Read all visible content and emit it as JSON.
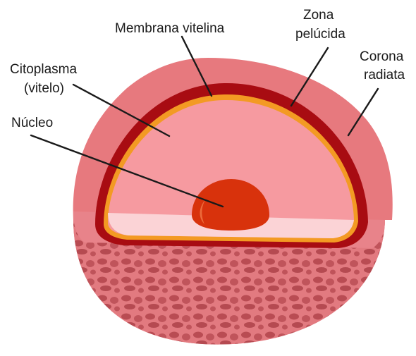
{
  "labels": {
    "membrana_vitelina": "Membrana vitelina",
    "zona_pelucida_line1": "Zona",
    "zona_pelucida_line2": "pelúcida",
    "corona_radiata_line1": "Corona",
    "corona_radiata_line2": "radiata",
    "citoplasma_line1": "Citoplasma",
    "citoplasma_line2": "(vitelo)",
    "nucleo": "Núcleo"
  },
  "colors": {
    "corona_radiata": "#e7797e",
    "corona_shadow": "#b84b52",
    "zona_pelucida": "#a80c12",
    "membrana_vitelina": "#f39a23",
    "citoplasma": "#f69aa0",
    "citoplasma_cut": "#fbd3d6",
    "nucleo": "#d8320c",
    "leader_lines": "#1a1a1a"
  }
}
